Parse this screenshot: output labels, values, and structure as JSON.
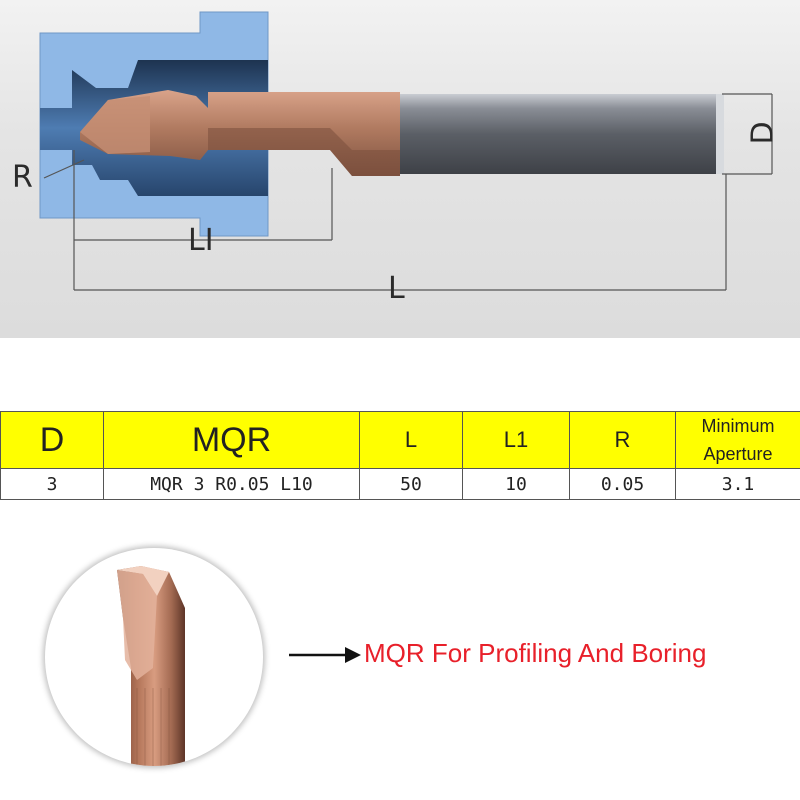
{
  "diagram": {
    "labels": {
      "r": "R",
      "l1": "LI",
      "l": "L",
      "d": "D"
    }
  },
  "table": {
    "headers": [
      "D",
      "MQR",
      "L",
      "L1",
      "R",
      "Minimum Aperture"
    ],
    "rows": [
      [
        "3",
        "MQR 3 R0.05 L10",
        "50",
        "10",
        "0.05",
        "3.1"
      ]
    ]
  },
  "caption": "MQR For Profiling And Boring",
  "colors": {
    "header_bg": "#ffff00",
    "caption_text": "#e8202a",
    "workpiece_blue": "#8fb8e6",
    "tool_copper": "#b57c62",
    "shank_gray": "#5a5d63"
  },
  "icons": {
    "arrow": "right-arrow-icon"
  }
}
